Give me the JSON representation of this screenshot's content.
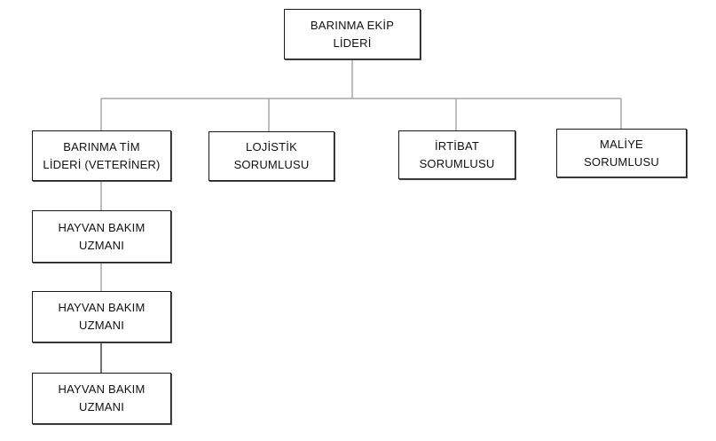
{
  "org_chart": {
    "root": {
      "label": "BARINMA EKİP\nLİDERİ"
    },
    "level2": [
      {
        "label": "BARINMA TİM\nLİDERİ (VETERİNER)"
      },
      {
        "label": "LOJİSTİK\nSORUMLUSU"
      },
      {
        "label": "İRTİBAT\nSORUMLUSU"
      },
      {
        "label": "MALİYE\nSORUMLUSU"
      }
    ],
    "level3": [
      {
        "label": "HAYVAN BAKIM\nUZMANI"
      },
      {
        "label": "HAYVAN BAKIM\nUZMANI"
      },
      {
        "label": "HAYVAN BAKIM\nUZMANI"
      }
    ]
  },
  "colors": {
    "connector": "#a6a6a6",
    "connector_dark": "#444444",
    "box_border": "#1a1a1a",
    "text": "#111111"
  }
}
